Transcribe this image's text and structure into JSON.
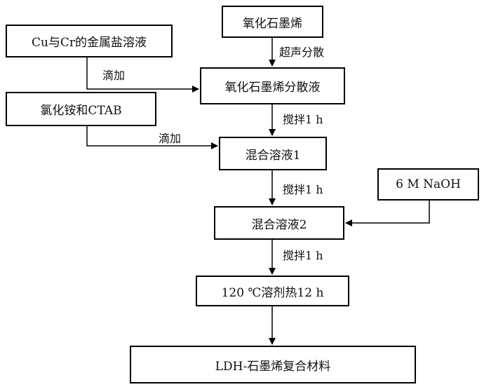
{
  "nodes": {
    "graphene_oxide": "氧化石墨烯",
    "cu_cr_salt": "Cu与Cr的金属盐溶液",
    "go_dispersion": "氧化石墨烯分散液",
    "nh4cl_ctab": "氯化铵和CTAB",
    "mixed_solution_1": "混合溶液1",
    "naoh": "6 M NaOH",
    "mixed_solution_2": "混合溶液2",
    "solvothermal": "120 ℃溶剂热12 h",
    "product": "LDH-石墨烯复合材料"
  },
  "edges": {
    "ultrasonic": "超声分散",
    "dropwise_1": "滴加",
    "stir_1": "搅拌1 h",
    "dropwise_2": "滴加",
    "stir_2": "搅拌1 h",
    "stir_3": "搅拌1 h"
  }
}
